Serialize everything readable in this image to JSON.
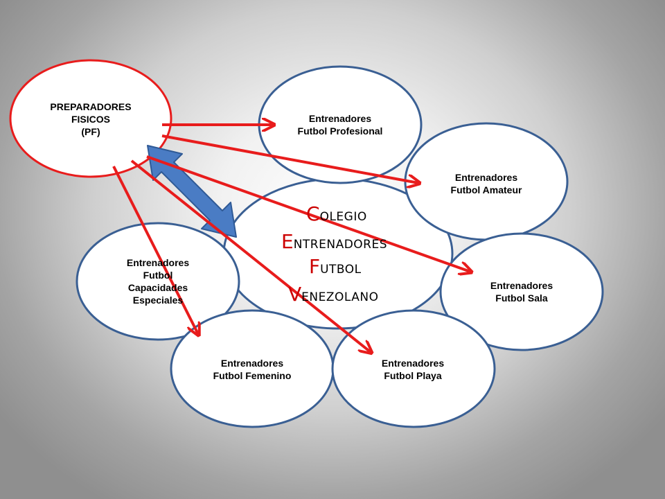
{
  "colors": {
    "ellipse_stroke": "#3a5f93",
    "pf_stroke": "#e81c1c",
    "arrow_red": "#e81c1c",
    "double_arrow_fill": "#4a7cc4",
    "double_arrow_stroke": "#2f5a96",
    "center_initial": "#cc0000"
  },
  "nodes": {
    "pf": [
      "PREPARADORES",
      "FISICOS",
      "(PF)"
    ],
    "profesional": [
      "Entrenadores",
      "Futbol Profesional"
    ],
    "amateur": [
      "Entrenadores",
      "Futbol Amateur"
    ],
    "sala": [
      "Entrenadores",
      "Futbol Sala"
    ],
    "capacidades": [
      "Entrenadores",
      "Futbol",
      "Capacidades",
      "Especiales"
    ],
    "femenino": [
      "Entrenadores",
      "Futbol Femenino"
    ],
    "playa": [
      "Entrenadores",
      "Futbol Playa"
    ]
  },
  "center": [
    {
      "initial": "C",
      "rest": "OLEGIO"
    },
    {
      "initial": "E",
      "rest": "NTRENADORES"
    },
    {
      "initial": "F",
      "rest": "UTBOL"
    },
    {
      "initial": "V",
      "rest": "ENEZOLANO"
    }
  ]
}
